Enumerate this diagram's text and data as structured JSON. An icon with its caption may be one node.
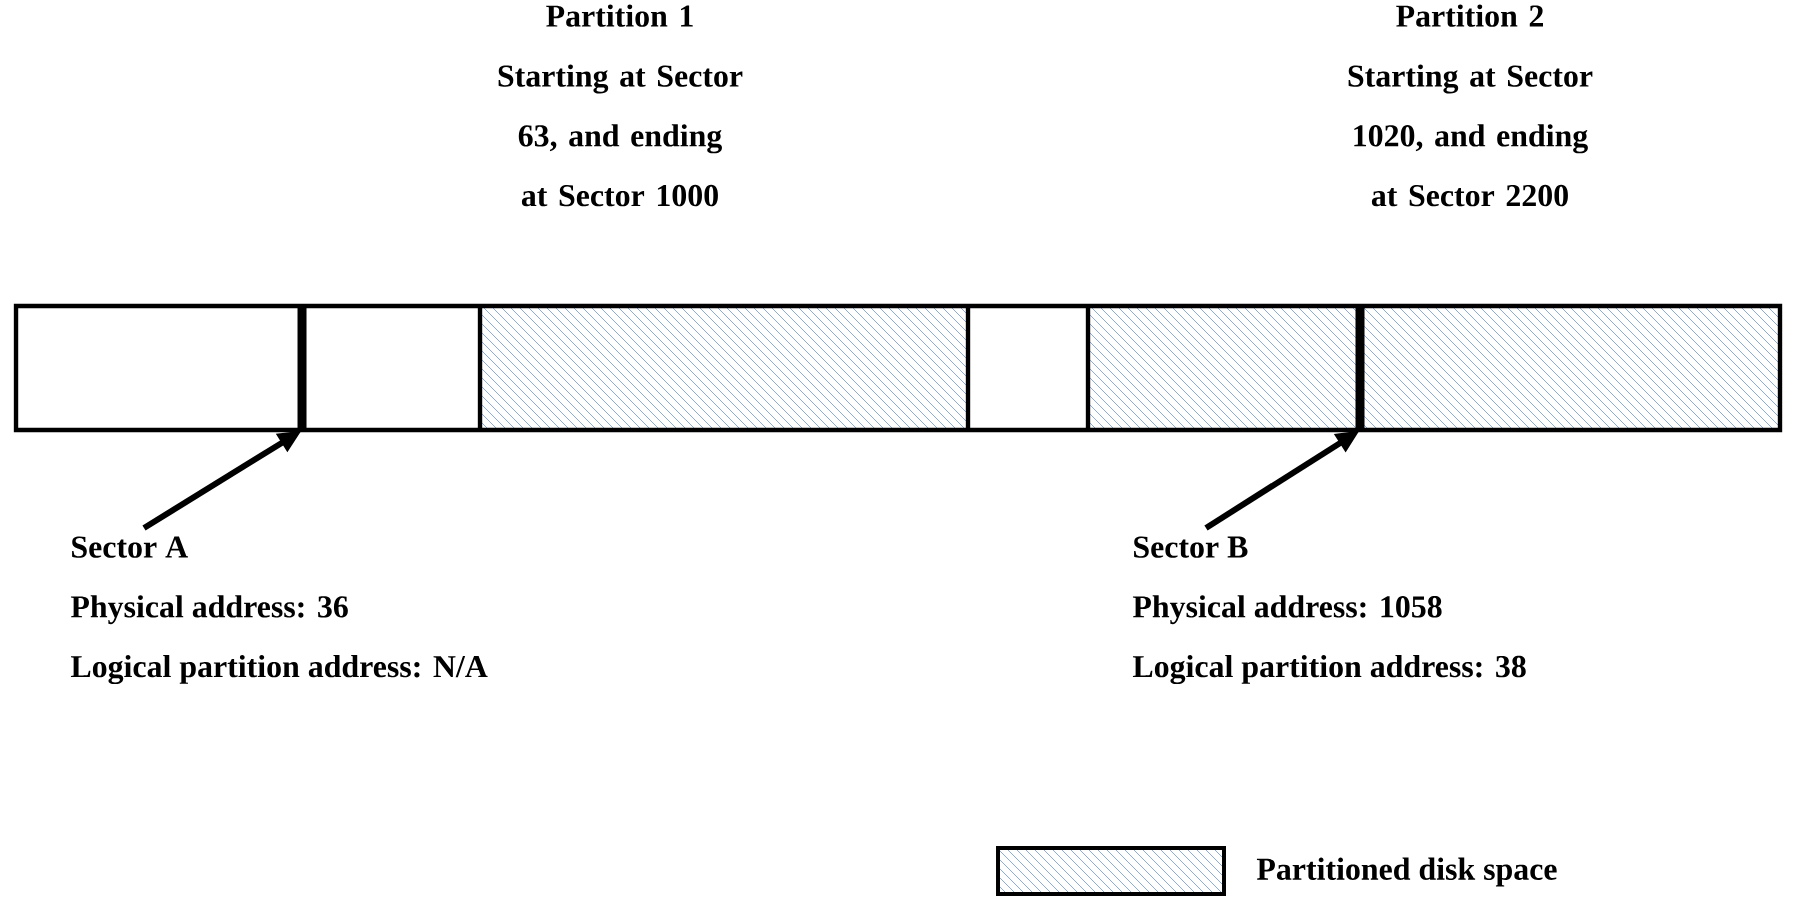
{
  "diagram": {
    "nodes": [
      {
        "text": [
          "Sector A",
          "Physical address: 36",
          "Logical partition address: N/A"
        ]
      },
      {
        "text": [
          "Sector B",
          "Physical address: 1058",
          "Logical partition address: 38"
        ]
      },
      {
        "text": [],
        "shape": "bar"
      },
      {
        "text": [],
        "shape": "bar"
      }
    ],
    "edges": [
      {
        "from": 0,
        "to": 2,
        "arrow": "to"
      },
      {
        "from": 1,
        "to": 3,
        "arrow": "to"
      }
    ],
    "labels": [
      "Partition 1",
      "Starting at Sector 63, and ending at Sector 1000",
      "Partition 2",
      "Starting at Sector 1020, and ending at Sector 2200"
    ],
    "legend": [
      {
        "text": "Partitioned disk space"
      }
    ]
  }
}
